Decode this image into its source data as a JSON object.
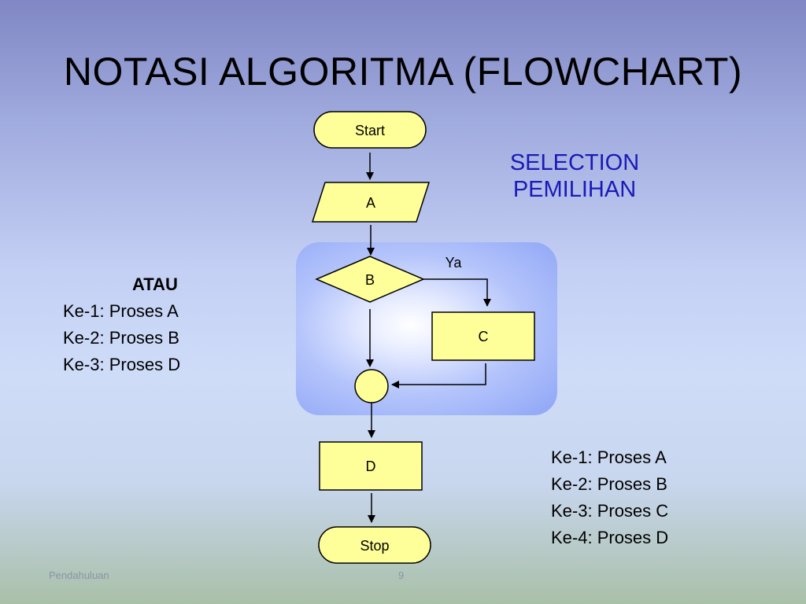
{
  "slide": {
    "title": "NOTASI ALGORITMA (FLOWCHART)",
    "selection_line1": "SELECTION",
    "selection_line2": "PEMILIHAN",
    "footer_left": "Pendahuluan",
    "page_number": "9"
  },
  "flowchart": {
    "start_label": "Start",
    "a_label": "A",
    "b_label": "B",
    "yes_label": "Ya",
    "c_label": "C",
    "d_label": "D",
    "stop_label": "Stop",
    "node_fill": "#ffff99",
    "node_stroke": "#000000"
  },
  "left_text": {
    "heading": "ATAU",
    "lines": [
      "Ke-1: Proses A",
      "Ke-2: Proses B",
      "Ke-3: Proses D"
    ]
  },
  "right_text": {
    "lines": [
      "Ke-1: Proses A",
      "Ke-2: Proses B",
      "Ke-3: Proses C",
      "Ke-4: Proses D"
    ]
  }
}
